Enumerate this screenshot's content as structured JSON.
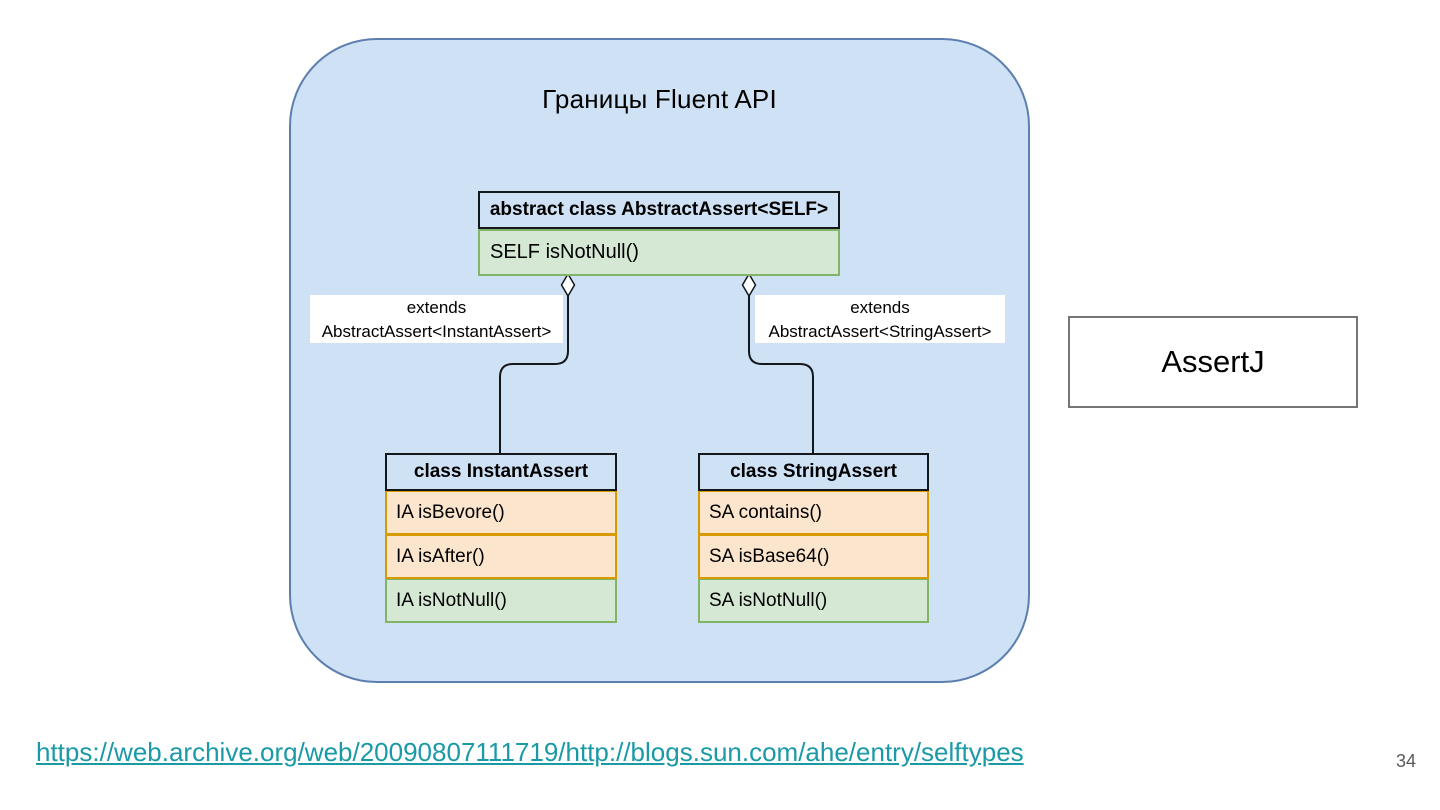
{
  "page": {
    "source_link": "https://web.archive.org/web/20090807111719/http://blogs.sun.com/ahe/entry/selftypes",
    "page_number": "34"
  },
  "diagram": {
    "title": "Границы Fluent API",
    "abstract_class": {
      "header": "abstract class AbstractAssert<SELF>",
      "method": "SELF isNotNull()"
    },
    "extends_left": {
      "line1": "extends",
      "line2": "AbstractAssert<InstantAssert>"
    },
    "extends_right": {
      "line1": "extends",
      "line2": "AbstractAssert<StringAssert>"
    },
    "class_left": {
      "header": "class InstantAssert",
      "rows": [
        {
          "label": "IA isBevore()",
          "kind": "orange"
        },
        {
          "label": "IA isAfter()",
          "kind": "orange"
        },
        {
          "label": "IA isNotNull()",
          "kind": "green"
        }
      ]
    },
    "class_right": {
      "header": "class StringAssert",
      "rows": [
        {
          "label": "SA contains()",
          "kind": "orange"
        },
        {
          "label": "SA isBase64()",
          "kind": "orange"
        },
        {
          "label": "SA isNotNull()",
          "kind": "green"
        }
      ]
    },
    "side_label": "AssertJ",
    "colors": {
      "container_fill": "#CFE1F5",
      "container_border": "#5D7FB0",
      "green_fill": "#D5E8D4",
      "green_border": "#82B366",
      "orange_fill": "#FCE5CD",
      "orange_border": "#D79B00",
      "connector_black": "#14171c",
      "link_teal": "#1A9AA6",
      "page_number_gray": "#595959"
    }
  }
}
